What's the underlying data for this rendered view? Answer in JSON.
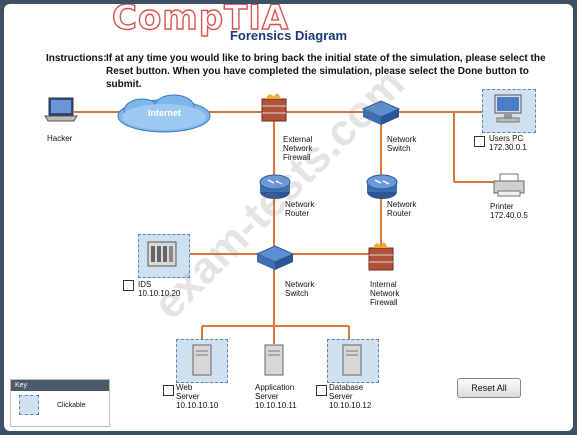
{
  "header": {
    "logo_text": "CompTIA",
    "title": "Forensics Diagram"
  },
  "instructions": {
    "label": "Instructions:",
    "line1": "If at any time you would like to bring back the initial state of the simulation, please select the",
    "line2": "Reset button. When you have completed the simulation, please select the Done button to submit."
  },
  "watermark": "exam-tests.com",
  "devices": {
    "hacker": {
      "name": "Hacker"
    },
    "internet": {
      "name": "Internet"
    },
    "external_firewall": {
      "l1": "External",
      "l2": "Network",
      "l3": "Firewall"
    },
    "switch_top": {
      "l1": "Network",
      "l2": "Switch"
    },
    "users_pc": {
      "name": "Users PC",
      "ip": "172.30.0.1"
    },
    "router_left": {
      "l1": "Network",
      "l2": "Router"
    },
    "router_right": {
      "l1": "Network",
      "l2": "Router"
    },
    "printer": {
      "name": "Printer",
      "ip": "172.40.0.5"
    },
    "ids": {
      "name": "IDS",
      "ip": "10.10.10.20"
    },
    "switch_mid": {
      "l1": "Network",
      "l2": "Switch"
    },
    "internal_firewall": {
      "l1": "Internal",
      "l2": "Network",
      "l3": "Firewall"
    },
    "web_server": {
      "l1": "Web",
      "l2": "Server",
      "ip": "10.10.10.10"
    },
    "app_server": {
      "l1": "Application",
      "l2": "Server",
      "ip": "10.10.10.11"
    },
    "db_server": {
      "l1": "Database",
      "l2": "Server",
      "ip": "10.10.10.12"
    }
  },
  "key": {
    "header": "Key",
    "label": "Clickable"
  },
  "buttons": {
    "reset": "Reset All"
  },
  "colors": {
    "link": "#d9773a",
    "title": "#1c3a7a",
    "frame": "#3e5164"
  }
}
